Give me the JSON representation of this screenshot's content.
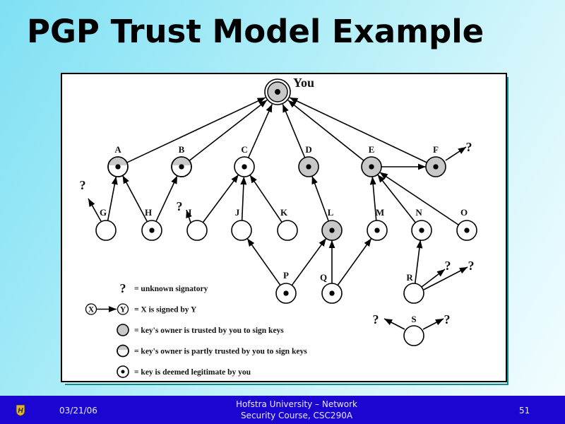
{
  "slide": {
    "title": "PGP Trust Model Example"
  },
  "footer": {
    "logo_icon": "hofstra-shield-logo-icon",
    "date": "03/21/06",
    "course_line1": "Hofstra University – Network",
    "course_line2": "Security Course, CSC290A",
    "page_number": "51"
  },
  "colors": {
    "footer_bg": "#1a06d0",
    "trusted_fill": "#c8c8c8",
    "frame_shadow": "#0f8c8c"
  },
  "diagram": {
    "root_label": "You",
    "unknown_symbol": "?",
    "nodes": [
      {
        "id": "You",
        "trust": "full",
        "legitimate": true,
        "root": true
      },
      {
        "id": "A",
        "trust": "partial",
        "legitimate": true
      },
      {
        "id": "B",
        "trust": "partial",
        "legitimate": true
      },
      {
        "id": "C",
        "trust": "none",
        "legitimate": true
      },
      {
        "id": "D",
        "trust": "full",
        "legitimate": true
      },
      {
        "id": "E",
        "trust": "full",
        "legitimate": true
      },
      {
        "id": "F",
        "trust": "full",
        "legitimate": true
      },
      {
        "id": "G",
        "trust": "none",
        "legitimate": false
      },
      {
        "id": "H",
        "trust": "none",
        "legitimate": true
      },
      {
        "id": "I",
        "trust": "none",
        "legitimate": false
      },
      {
        "id": "J",
        "trust": "none",
        "legitimate": false
      },
      {
        "id": "K",
        "trust": "none",
        "legitimate": false
      },
      {
        "id": "L",
        "trust": "full",
        "legitimate": true
      },
      {
        "id": "M",
        "trust": "none",
        "legitimate": true
      },
      {
        "id": "N",
        "trust": "none",
        "legitimate": true
      },
      {
        "id": "O",
        "trust": "none",
        "legitimate": true
      },
      {
        "id": "P",
        "trust": "none",
        "legitimate": true
      },
      {
        "id": "Q",
        "trust": "none",
        "legitimate": true
      },
      {
        "id": "R",
        "trust": "none",
        "legitimate": false
      },
      {
        "id": "S",
        "trust": "none",
        "legitimate": false
      }
    ],
    "edges": [
      {
        "from": "A",
        "to": "You"
      },
      {
        "from": "B",
        "to": "You"
      },
      {
        "from": "C",
        "to": "You"
      },
      {
        "from": "D",
        "to": "You"
      },
      {
        "from": "E",
        "to": "You"
      },
      {
        "from": "F",
        "to": "You"
      },
      {
        "from": "E",
        "to": "F"
      },
      {
        "from": "G",
        "to": "A"
      },
      {
        "from": "H",
        "to": "A"
      },
      {
        "from": "H",
        "to": "B"
      },
      {
        "from": "I",
        "to": "C"
      },
      {
        "from": "J",
        "to": "C"
      },
      {
        "from": "K",
        "to": "C"
      },
      {
        "from": "L",
        "to": "D"
      },
      {
        "from": "M",
        "to": "E"
      },
      {
        "from": "N",
        "to": "E"
      },
      {
        "from": "O",
        "to": "E"
      },
      {
        "from": "P",
        "to": "J"
      },
      {
        "from": "P",
        "to": "L"
      },
      {
        "from": "Q",
        "to": "L"
      },
      {
        "from": "Q",
        "to": "M"
      },
      {
        "from": "R",
        "to": "N"
      }
    ],
    "unknown_edges": [
      {
        "from": "F",
        "dir": "up-right"
      },
      {
        "from": "G",
        "dir": "up-left"
      },
      {
        "from": "I",
        "dir": "left"
      },
      {
        "from": "R",
        "dir": "up-right-1"
      },
      {
        "from": "R",
        "dir": "up-right-2"
      },
      {
        "from": "S",
        "dir": "up-left"
      },
      {
        "from": "S",
        "dir": "up-right"
      }
    ],
    "legend": [
      {
        "symbol": "unknown",
        "text": "= unknown signatory"
      },
      {
        "symbol": "signed-by",
        "text": "= X is signed by Y",
        "x_label": "X",
        "y_label": "Y"
      },
      {
        "symbol": "trusted",
        "text": "= key's owner is trusted by you to sign keys"
      },
      {
        "symbol": "partly-trusted",
        "text": "= key's owner is partly trusted by you to sign keys"
      },
      {
        "symbol": "legitimate",
        "text": "= key is deemed legitimate by you"
      }
    ]
  }
}
